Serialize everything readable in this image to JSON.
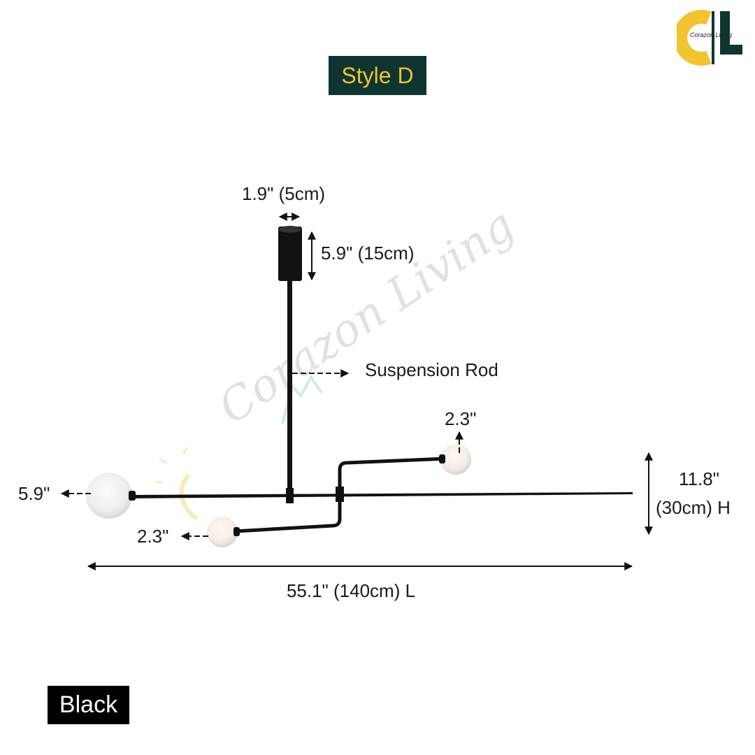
{
  "header": {
    "style_label": "Style D"
  },
  "brand": {
    "logo_text": "CL",
    "logo_subtext": "Corazon Living",
    "watermark": "Corazon Living",
    "colors": {
      "yellow": "#f2c230",
      "dark": "#0f3530"
    }
  },
  "dimensions": {
    "canopy_width": "1.9\" (5cm)",
    "canopy_height": "5.9\" (15cm)",
    "rod_label": "Suspension Rod",
    "small_globe_top": "2.3\"",
    "large_globe": "5.9\"",
    "small_globe_bottom": "2.3\"",
    "height_value": "11.8\"",
    "height_unit": "(30cm) H",
    "length": "55.1\" (140cm) L"
  },
  "finish": {
    "color_label": "Black"
  }
}
